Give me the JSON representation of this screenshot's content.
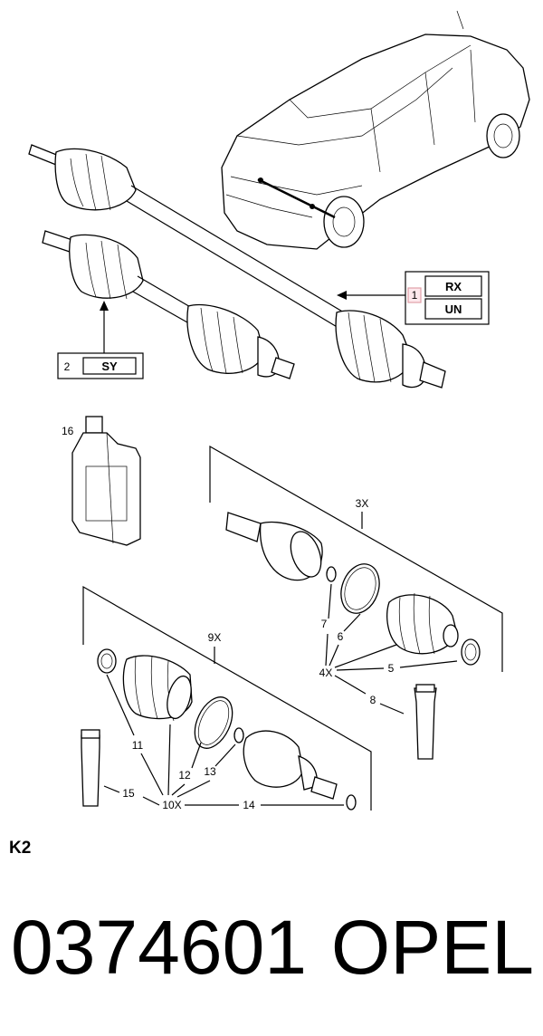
{
  "callouts": {
    "ref_1": "1",
    "ref_1_code_a": "RX",
    "ref_1_code_b": "UN",
    "ref_2": "2",
    "ref_2_code": "SY",
    "p3x": "3X",
    "p4x": "4X",
    "p5": "5",
    "p6": "6",
    "p7": "7",
    "p8": "8",
    "p9x": "9X",
    "p10x": "10X",
    "p11": "11",
    "p12": "12",
    "p13": "13",
    "p14": "14",
    "p15": "15",
    "p16": "16"
  },
  "page_code": "K2",
  "part_number": "0374601",
  "brand": "OPEL",
  "colors": {
    "ref1_highlight_border": "#e0a0a8",
    "ref1_highlight_fill": "#fde8ec"
  }
}
